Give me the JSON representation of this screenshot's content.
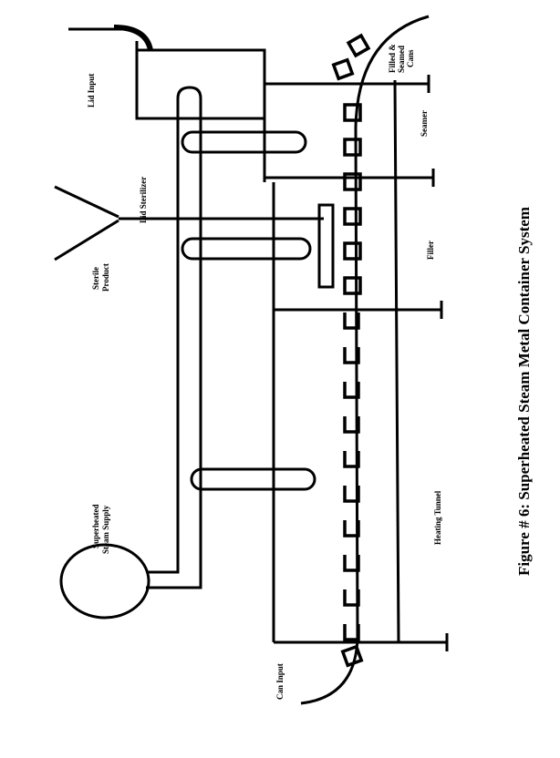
{
  "diagram": {
    "caption": "Figure # 6: Superheated Steam Metal Container System",
    "labels": {
      "lid_input": "Lid Input",
      "lid_sterilizer": "Lid Sterilizer",
      "sterile_product_1": "Sterile",
      "sterile_product_2": "Product",
      "steam_supply_1": "Superheated",
      "steam_supply_2": "Steam Supply",
      "heating_tunnel": "Heating Tunnel",
      "filler": "Filler",
      "seamer": "Seamer",
      "filled_1": "Filled &",
      "filled_2": "Seamed",
      "filled_3": "Cans",
      "can_input": "Can Input"
    }
  }
}
